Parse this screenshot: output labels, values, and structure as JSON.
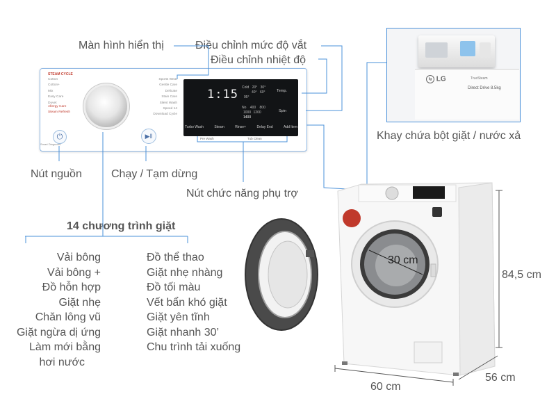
{
  "labels": {
    "display": "Màn hình hiển thị",
    "spin_adjust": "Điều chỉnh mức độ vắt",
    "temp_adjust": "Điều chỉnh nhiệt độ",
    "drawer": "Khay chứa bột giặt / nước xả",
    "power": "Nút nguồn",
    "start_pause": "Chạy / Tạm dừng",
    "options": "Nút chức năng phụ trợ",
    "programs_title": "14 chương trình giặt",
    "door_diameter": "30 cm",
    "height": "84,5 cm",
    "width": "60 cm",
    "depth": "56 cm"
  },
  "programs_left": [
    "Vải bông",
    "Vải bông +",
    "Đồ hỗn hợp",
    "Giặt nhẹ",
    "Chăn lông vũ",
    "Giặt ngừa dị ứng",
    "Làm mới bằng",
    "hơi nước"
  ],
  "programs_right": [
    "Đồ thể thao",
    "Giặt nhẹ nhàng",
    "Đồ tối màu",
    "Vết bẩn khó giặt",
    "Giặt yên tĩnh",
    "Giặt nhanh 30’",
    "Chu trình tải xuống"
  ],
  "panel": {
    "header": "STEAM CYCLE",
    "left_programs": [
      "Cotton",
      "Cotton+",
      "Mix",
      "Easy Care",
      "Duvet",
      "Allergy Care",
      "Steam Refresh"
    ],
    "right_programs": [
      "Sports Wear",
      "Gentle Care",
      "Delicate",
      "Stain Care",
      "Silent Wash",
      "Speed 14",
      "Download Cycle"
    ],
    "display_digits": "1:15",
    "temp_values": [
      "Cold",
      "20°",
      "30°",
      "40°",
      "60°",
      "95°"
    ],
    "spin_values": [
      "No",
      "400",
      "800",
      "1000",
      "1200",
      "1400"
    ],
    "temp_button": "Temp.",
    "spin_button": "Spin",
    "option_buttons": [
      "Turbo Wash",
      "Steam",
      "Rinse+",
      "Delay End",
      "Add Item"
    ],
    "pre_wash": "Pre Wash",
    "tub_clean": "Tub Clean",
    "smart_diagnosis": "Smart Diagnosis"
  },
  "drawer_detail": {
    "brand": "LG",
    "true_steam": "TrueSteam",
    "direct_drive": "Direct Drive 8.5kg"
  },
  "colors": {
    "callout_line": "#4a90d9",
    "panel_border": "#8fb8e4",
    "accent_red": "#c0392b",
    "display_bg": "#121416"
  }
}
